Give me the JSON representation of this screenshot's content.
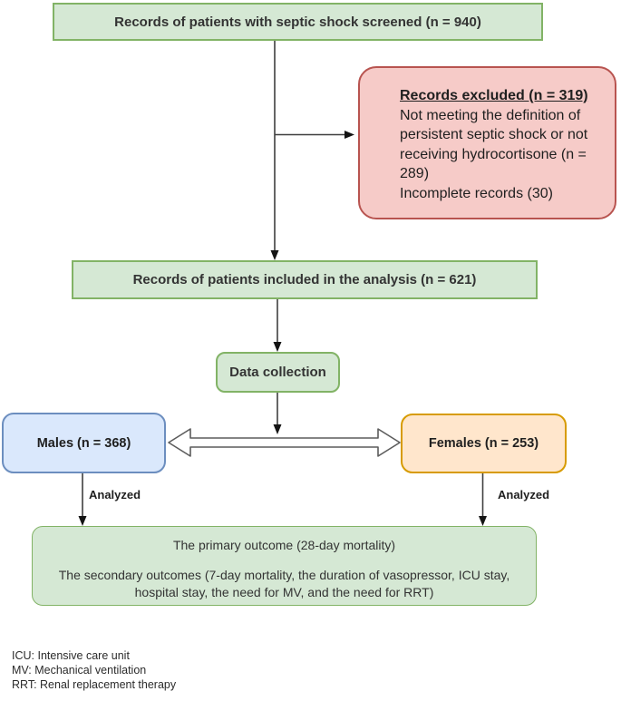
{
  "diagram": {
    "title_hint": "Patient flow diagram (septic shock study)",
    "screened_box": {
      "label": "Records of patients with septic shock screened (n = 940)"
    },
    "excluded_box": {
      "title": "Records excluded (n = 319)",
      "items": [
        "Not meeting the definition of persistent septic shock or not receiving hydrocortisone (n = 289)",
        "Incomplete records (30)"
      ]
    },
    "included_box": {
      "label": "Records of patients included in the analysis (n = 621)"
    },
    "data_collection_box": {
      "label": "Data collection"
    },
    "males_box": {
      "label": "Males (n = 368)"
    },
    "females_box": {
      "label": "Females (n = 253)"
    },
    "analyzed_left": "Analyzed",
    "analyzed_right": "Analyzed",
    "outcome_box": {
      "primary": "The primary outcome (28-day mortality)",
      "secondary": "The secondary outcomes (7-day mortality, the duration of vasopressor, ICU stay, hospital stay, the need for MV, and the need for RRT)"
    },
    "footnotes": [
      "ICU: Intensive care unit",
      "MV: Mechanical ventilation",
      "RRT: Renal replacement therapy"
    ],
    "palette": {
      "green_fill": "#d5e8d4",
      "green_stroke": "#82b366",
      "red_fill": "#f6cbc8",
      "red_stroke": "#b85450",
      "blue_fill": "#dae8fc",
      "blue_stroke": "#6c8ebf",
      "orange_fill": "#ffe6cc",
      "orange_stroke": "#d79b00",
      "connector": "#3f3f3f",
      "text": "#333333"
    }
  }
}
